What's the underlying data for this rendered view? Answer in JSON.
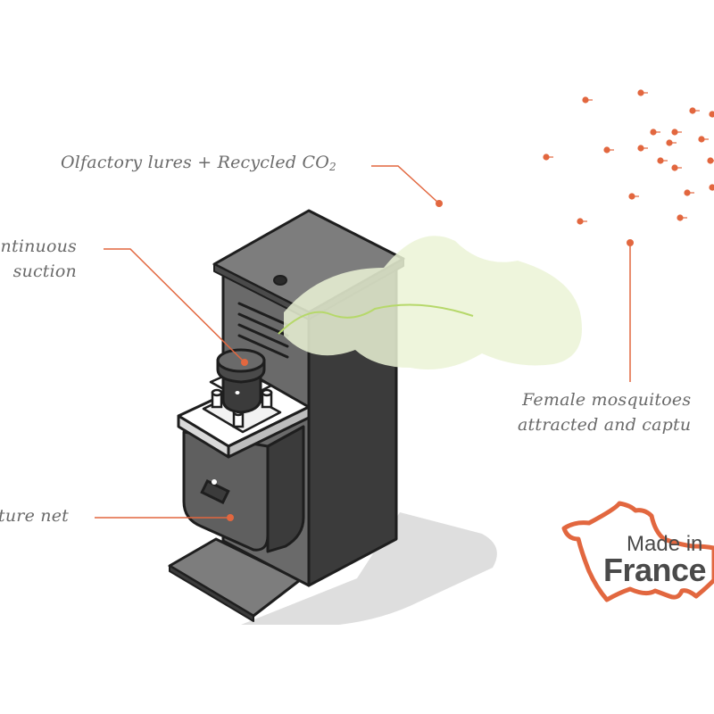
{
  "labels": {
    "lures": "Olfactory lures + Recycled CO",
    "lures_subscript": "2",
    "suction_line1": "ntinuous",
    "suction_line2": "suction",
    "net": "ture net",
    "mosquitoes_line1": "Female mosquitoes",
    "mosquitoes_line2": "attracted and captu"
  },
  "badge": {
    "made": "Made in",
    "france": "France"
  },
  "colors": {
    "accent": "#e2673f",
    "device_dark": "#3b3b3b",
    "device_mid": "#5f5f5f",
    "device_light": "#7d7d7d",
    "outline": "#1e1e1e",
    "scent_cloud": "#ebf3d6",
    "scent_line": "#b6d86a",
    "text": "#6a6a6a"
  },
  "icons": {
    "badge_outline": "france-map-outline-icon",
    "mosquito": "mosquito-dot-icon"
  }
}
